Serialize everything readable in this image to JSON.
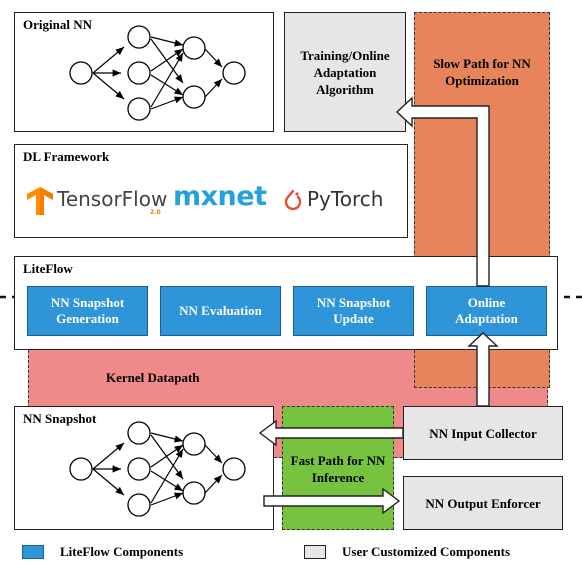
{
  "panels": {
    "original_nn": "Original NN",
    "dl_framework": "DL Framework",
    "liteflow": "LiteFlow",
    "nn_snapshot": "NN Snapshot"
  },
  "frameworks": {
    "tensorflow": "TensorFlow",
    "tensorflow_version": "2.0",
    "mxnet": "mxnet",
    "pytorch": "PyTorch"
  },
  "liteflow_components": {
    "snapshot_generation": "NN Snapshot Generation",
    "evaluation": "NN Evaluation",
    "snapshot_update": "NN Snapshot Update",
    "online_adaptation": "Online Adaptation"
  },
  "user_components": {
    "training_algorithm": "Training/Online Adaptation Algorithm",
    "input_collector": "NN Input Collector",
    "output_enforcer": "NN Output Enforcer"
  },
  "regions": {
    "slow_path": "Slow Path for NN Optimization",
    "fast_path": "Fast Path for NN Inference",
    "kernel_datapath": "Kernel Datapath"
  },
  "legend": {
    "liteflow_components": "LiteFlow Components",
    "user_customized": "User Customized Components"
  },
  "colors": {
    "liteflow_blue": "#2e95d8",
    "user_gray": "#e6e6e6",
    "slow_path_orange": "#e8845c",
    "kernel_pink": "#ef8a8a",
    "fast_path_green": "#77c23e"
  }
}
